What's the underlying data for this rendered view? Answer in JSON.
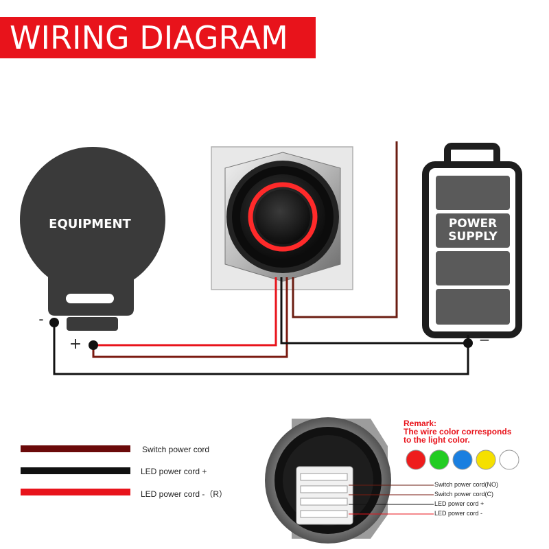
{
  "title": "WIRING DIAGRAM",
  "equipment_label": "EQUIPMENT",
  "power_supply_label": [
    "POWER",
    "SUPPLY"
  ],
  "equipment_minus": "-",
  "equipment_plus": "+",
  "supply_minus": "−",
  "legend": [
    {
      "label": "Switch power cord",
      "color": "#6b0a0a"
    },
    {
      "label": "LED power cord +",
      "color": "#111111"
    },
    {
      "label": "LED power cord -（R）",
      "color": "#e8131b"
    }
  ],
  "remark": {
    "heading": "Remark:",
    "line1": "The wire color corresponds",
    "line2": "to the light color."
  },
  "light_colors": [
    "#ee1c1c",
    "#22cc22",
    "#1a7fe0",
    "#f5e000",
    "#ffffff"
  ],
  "pin_labels": [
    "Switch power cord(NO)",
    "Switch power cord(C)",
    "LED power cord +",
    "LED power cord -"
  ],
  "colors": {
    "banner": "#e8131b",
    "dark_shape": "#3a3a3a",
    "red_wire": "#e8131b",
    "brown_wire": "#6b1d12",
    "black_wire": "#111111"
  }
}
